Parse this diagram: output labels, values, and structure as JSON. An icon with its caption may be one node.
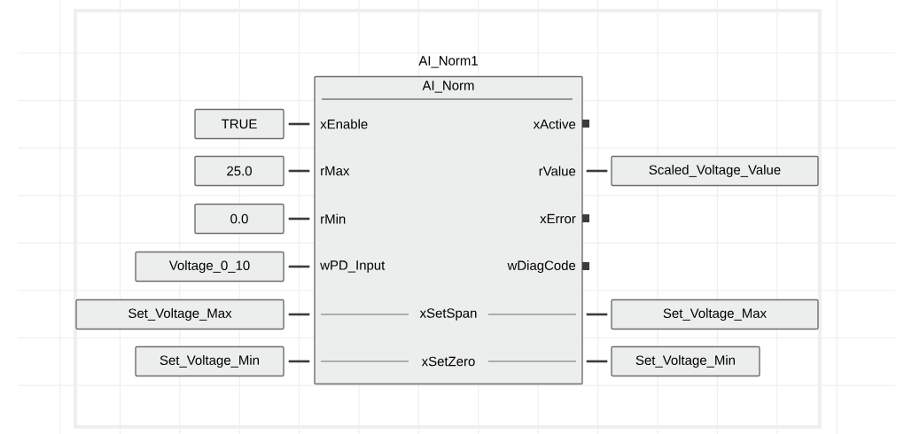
{
  "diagram": {
    "nodes": [
      {
        "text": [
          "AI_Norm1",
          "AI_Norm"
        ]
      },
      {
        "text": [
          "TRUE"
        ]
      },
      {
        "text": [
          "25.0"
        ]
      },
      {
        "text": [
          "0.0"
        ]
      },
      {
        "text": [
          "Voltage_0_10"
        ]
      },
      {
        "text": [
          "Set_Voltage_Max"
        ]
      },
      {
        "text": [
          "Set_Voltage_Min"
        ]
      },
      {
        "text": [
          "Scaled_Voltage_Value"
        ]
      },
      {
        "text": [
          "Set_Voltage_Max"
        ]
      },
      {
        "text": [
          "Set_Voltage_Min"
        ]
      }
    ],
    "edges": [
      {
        "from": 1,
        "to": 0,
        "arrow": "none"
      },
      {
        "from": 2,
        "to": 0,
        "arrow": "none"
      },
      {
        "from": 3,
        "to": 0,
        "arrow": "none"
      },
      {
        "from": 4,
        "to": 0,
        "arrow": "none"
      },
      {
        "from": 5,
        "to": 0,
        "arrow": "none"
      },
      {
        "from": 6,
        "to": 0,
        "arrow": "none"
      },
      {
        "from": 0,
        "to": 7,
        "arrow": "none"
      },
      {
        "from": 0,
        "to": 8,
        "arrow": "none"
      },
      {
        "from": 0,
        "to": 9,
        "arrow": "none"
      }
    ],
    "labels": [
      "xEnable",
      "xActive",
      "rMax",
      "rValue",
      "rMin",
      "xError",
      "wPD_Input",
      "wDiagCode",
      "xSetSpan",
      "xSetZero"
    ]
  }
}
